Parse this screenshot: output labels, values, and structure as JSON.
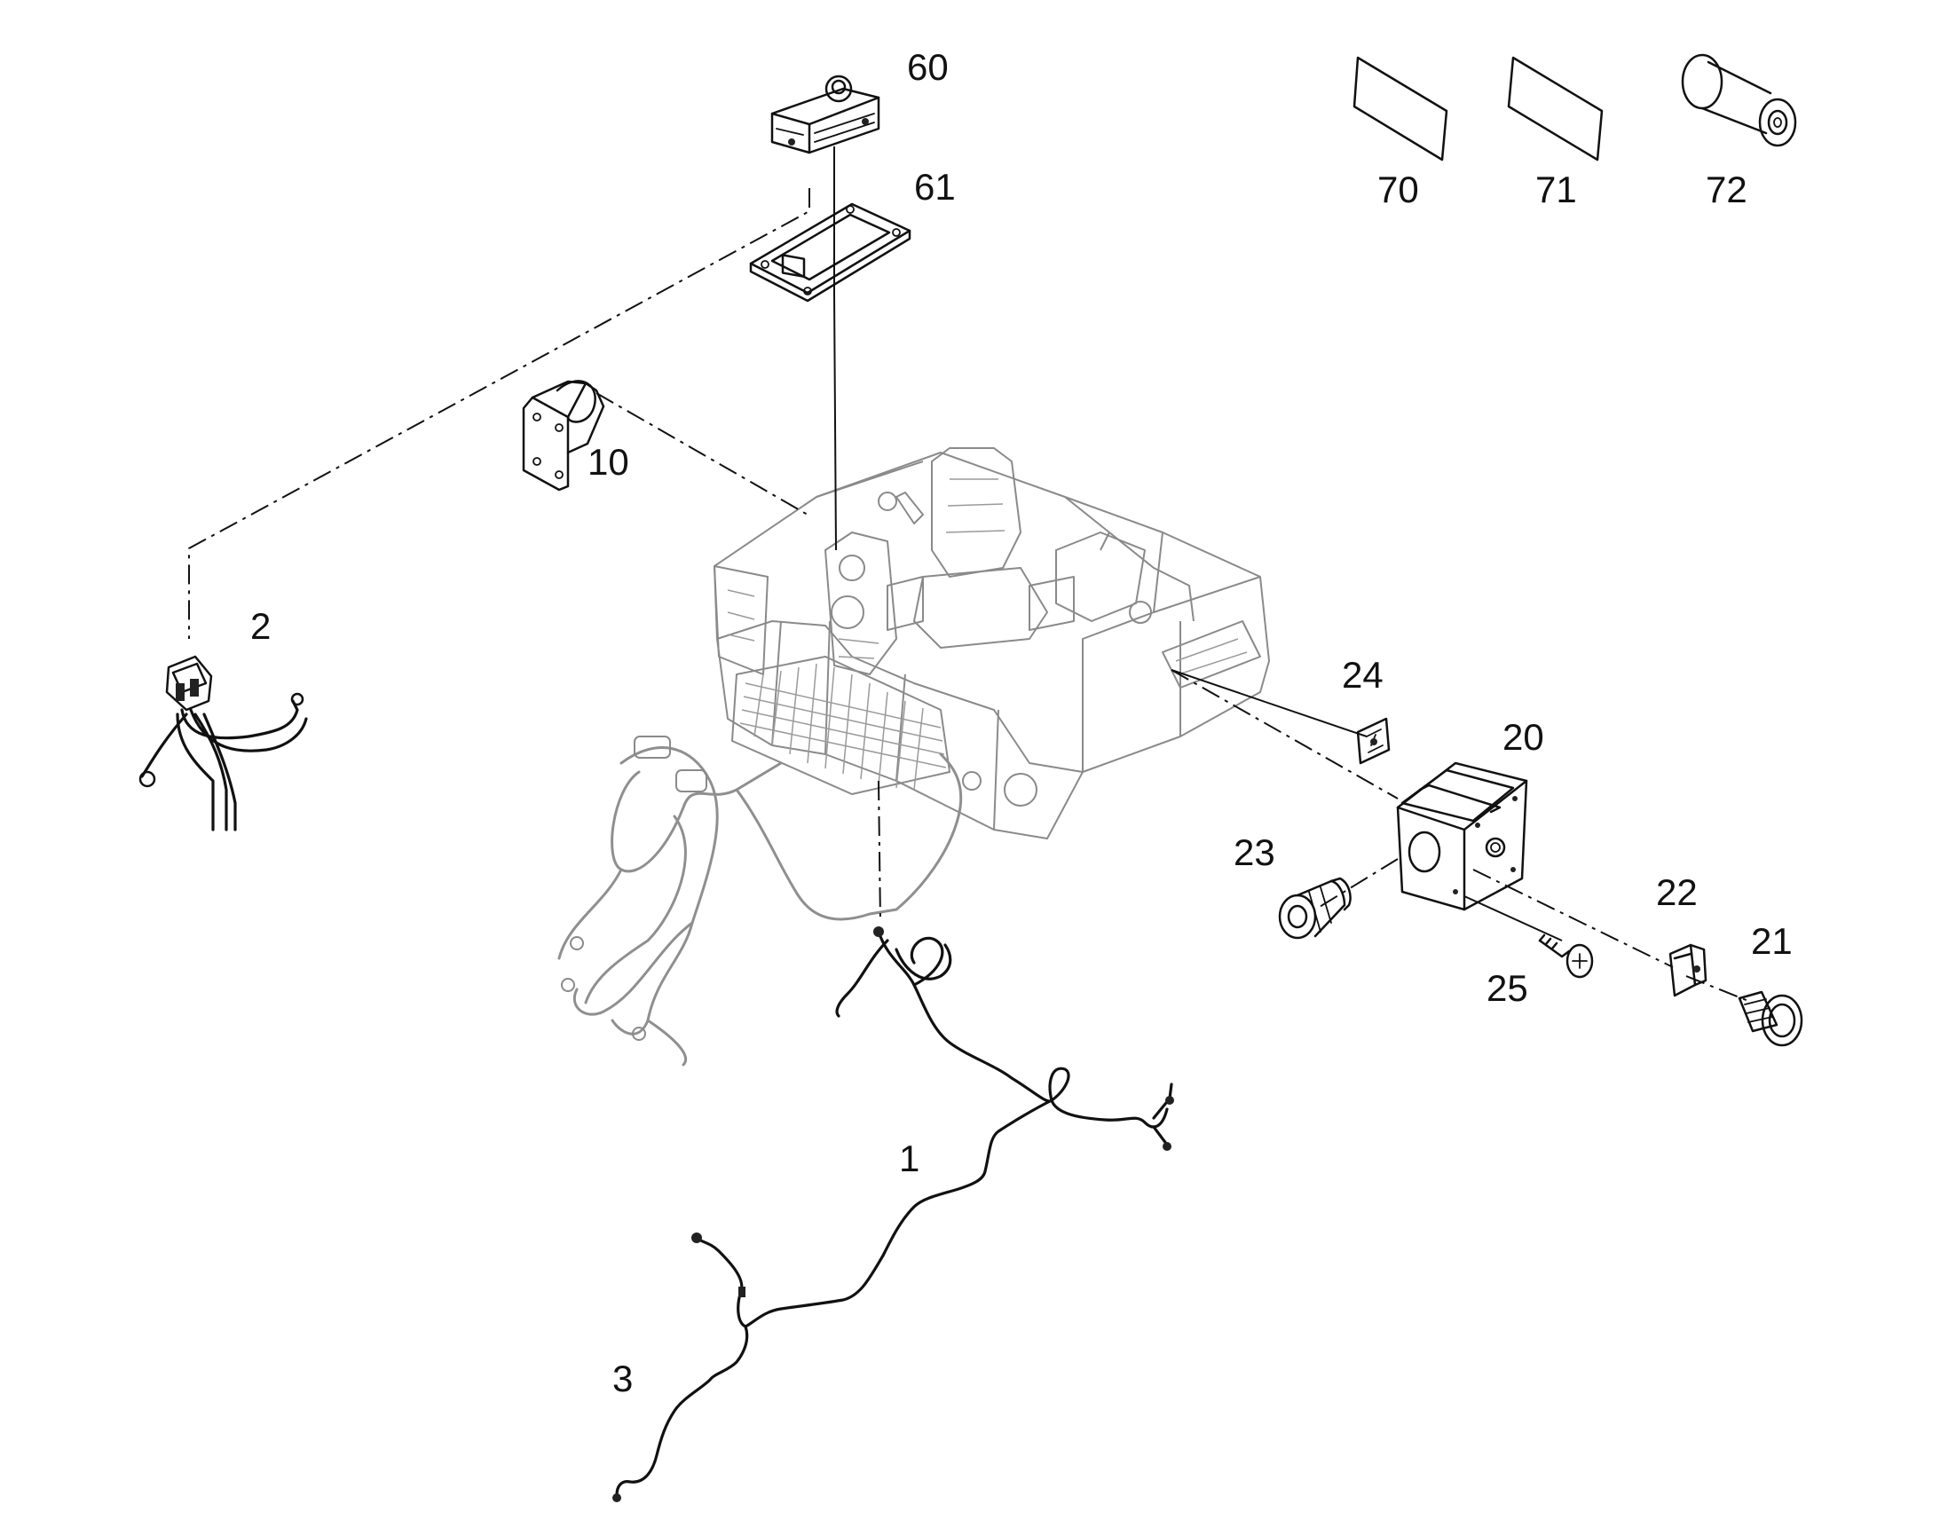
{
  "parts": [
    {
      "key": "p1",
      "number": "1",
      "icon": "main-wiring-harness-icon"
    },
    {
      "key": "p2",
      "number": "2",
      "icon": "relay-cable-harness-icon"
    },
    {
      "key": "p3",
      "number": "3",
      "icon": "wiring-harness-branch-icon"
    },
    {
      "key": "p10",
      "number": "10",
      "icon": "mounting-bracket-icon"
    },
    {
      "key": "p20",
      "number": "20",
      "icon": "switch-housing-box-icon"
    },
    {
      "key": "p21",
      "number": "21",
      "icon": "push-button-icon"
    },
    {
      "key": "p22",
      "number": "22",
      "icon": "contact-block-icon"
    },
    {
      "key": "p23",
      "number": "23",
      "icon": "cable-gland-icon"
    },
    {
      "key": "p24",
      "number": "24",
      "icon": "warning-decal-icon"
    },
    {
      "key": "p25",
      "number": "25",
      "icon": "screw-icon"
    },
    {
      "key": "p60",
      "number": "60",
      "icon": "control-panel-display-icon"
    },
    {
      "key": "p61",
      "number": "61",
      "icon": "panel-frame-icon"
    },
    {
      "key": "p70",
      "number": "70",
      "icon": "decal-sheet-icon"
    },
    {
      "key": "p71",
      "number": "71",
      "icon": "decal-sheet-icon"
    },
    {
      "key": "p72",
      "number": "72",
      "icon": "cable-spool-icon"
    }
  ],
  "colors": {
    "line": "#111111",
    "machine": "#8a8a8a",
    "background": "#ffffff"
  }
}
